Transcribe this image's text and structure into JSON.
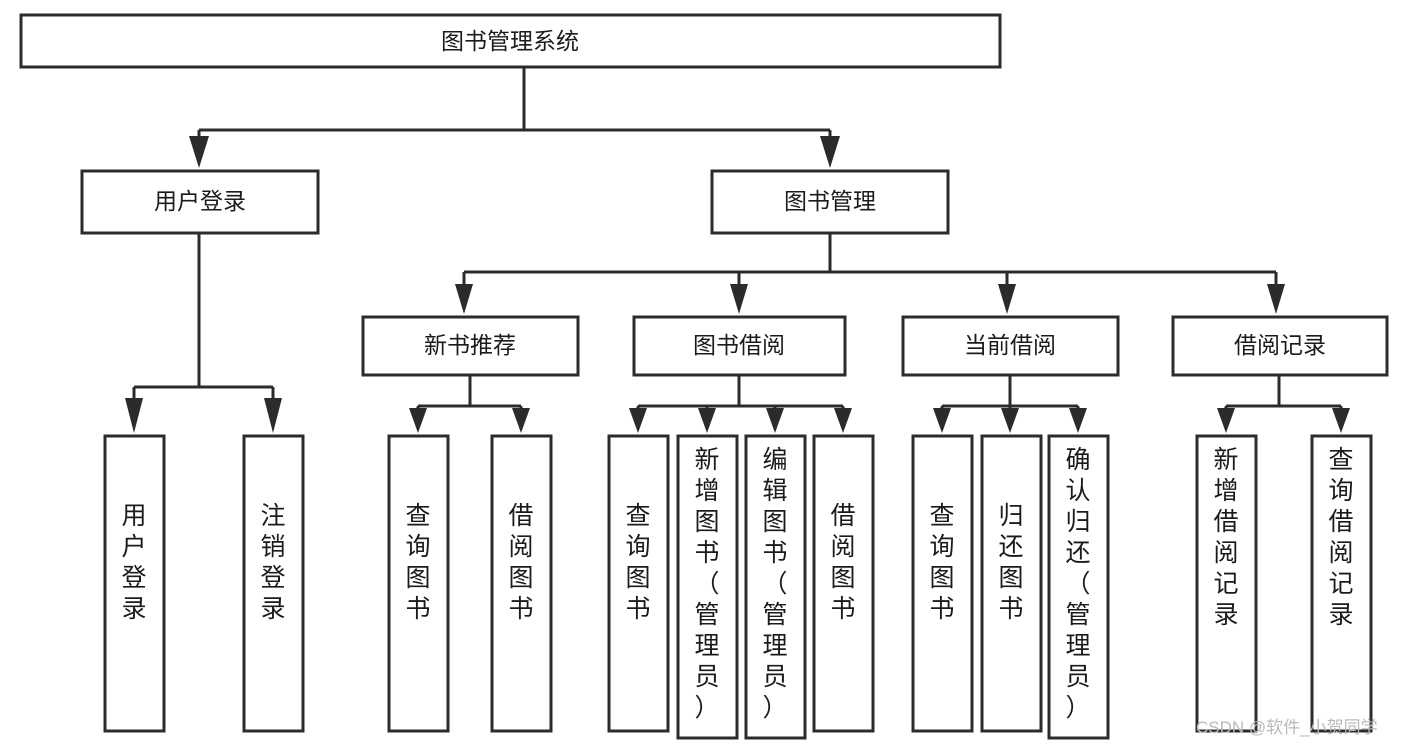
{
  "diagram": {
    "title": "图书管理系统",
    "type": "tree-hierarchy-chart",
    "root": {
      "id": "root",
      "label": "图书管理系统",
      "orientation": "horizontal"
    },
    "level2": [
      {
        "id": "user-login",
        "label": "用户登录",
        "orientation": "horizontal"
      },
      {
        "id": "book-manage",
        "label": "图书管理",
        "orientation": "horizontal"
      }
    ],
    "level3": [
      {
        "id": "new-book-recommend",
        "label": "新书推荐",
        "orientation": "horizontal",
        "parent": "book-manage"
      },
      {
        "id": "book-borrow",
        "label": "图书借阅",
        "orientation": "horizontal",
        "parent": "book-manage"
      },
      {
        "id": "current-borrow",
        "label": "当前借阅",
        "orientation": "horizontal",
        "parent": "book-manage"
      },
      {
        "id": "borrow-record",
        "label": "借阅记录",
        "orientation": "horizontal",
        "parent": "book-manage"
      }
    ],
    "leaves": [
      {
        "id": "leaf-user-login",
        "label": "用户登录",
        "orientation": "vertical",
        "parent": "user-login"
      },
      {
        "id": "leaf-user-logout",
        "label": "注销登录",
        "orientation": "vertical",
        "parent": "user-login"
      },
      {
        "id": "leaf-query-book-1",
        "label": "查询图书",
        "orientation": "vertical",
        "parent": "new-book-recommend"
      },
      {
        "id": "leaf-borrow-book-1",
        "label": "借阅图书",
        "orientation": "vertical",
        "parent": "new-book-recommend"
      },
      {
        "id": "leaf-query-book-2",
        "label": "查询图书",
        "orientation": "vertical",
        "parent": "book-borrow"
      },
      {
        "id": "leaf-add-book",
        "label": "新增图书（管理员）",
        "orientation": "vertical",
        "parent": "book-borrow"
      },
      {
        "id": "leaf-edit-book",
        "label": "编辑图书（管理员）",
        "orientation": "vertical",
        "parent": "book-borrow"
      },
      {
        "id": "leaf-borrow-book-2",
        "label": "借阅图书",
        "orientation": "vertical",
        "parent": "book-borrow"
      },
      {
        "id": "leaf-query-book-3",
        "label": "查询图书",
        "orientation": "vertical",
        "parent": "current-borrow"
      },
      {
        "id": "leaf-return-book",
        "label": "归还图书",
        "orientation": "vertical",
        "parent": "current-borrow"
      },
      {
        "id": "leaf-confirm-return",
        "label": "确认归还（管理员）",
        "orientation": "vertical",
        "parent": "current-borrow"
      },
      {
        "id": "leaf-add-record",
        "label": "新增借阅记录",
        "orientation": "vertical",
        "parent": "borrow-record"
      },
      {
        "id": "leaf-query-record",
        "label": "查询借阅记录",
        "orientation": "vertical",
        "parent": "borrow-record"
      }
    ]
  },
  "watermark": {
    "text": "CSDN @软件_小贺同学"
  },
  "colors": {
    "stroke": "#2b2b2b",
    "fill": "#ffffff",
    "text": "#1b1b1b",
    "watermark": "#b9b9b9"
  }
}
